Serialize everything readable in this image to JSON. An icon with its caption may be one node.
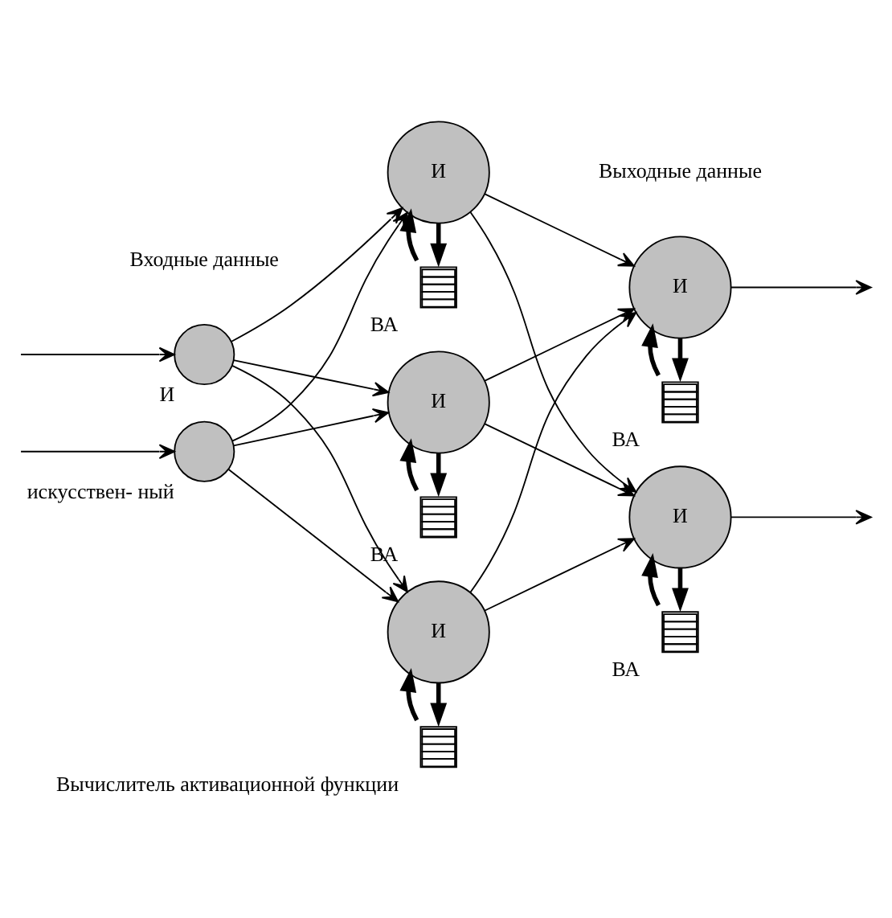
{
  "diagram": {
    "nodes": [
      {
        "text": [],
        "shape": "circle",
        "beside": [
          "И"
        ]
      },
      {
        "text": [],
        "shape": "circle",
        "beside": [
          "искусствен- ный"
        ]
      },
      {
        "text": [
          "И"
        ]
      },
      {
        "text": [],
        "shape": "box",
        "beside": [
          "ВА"
        ]
      },
      {
        "text": [
          "И"
        ]
      },
      {
        "text": [],
        "shape": "box",
        "beside": [
          "ВА"
        ]
      },
      {
        "text": [
          "И"
        ]
      },
      {
        "text": [],
        "shape": "box",
        "beside": [
          "Вычислитель активационной функции"
        ]
      },
      {
        "text": [
          "И"
        ]
      },
      {
        "text": [],
        "shape": "box",
        "beside": [
          "ВА"
        ]
      },
      {
        "text": [
          "И"
        ]
      },
      {
        "text": [],
        "shape": "box",
        "beside": [
          "ВА"
        ]
      }
    ],
    "edges": [
      {
        "from": null,
        "to": 0,
        "arrow": "to"
      },
      {
        "from": null,
        "to": 1,
        "arrow": "to"
      },
      {
        "from": 0,
        "to": 2,
        "arrow": "to"
      },
      {
        "from": 0,
        "to": 4,
        "arrow": "to"
      },
      {
        "from": 0,
        "to": 6,
        "arrow": "to"
      },
      {
        "from": 1,
        "to": 2,
        "arrow": "to"
      },
      {
        "from": 1,
        "to": 4,
        "arrow": "to"
      },
      {
        "from": 1,
        "to": 6,
        "arrow": "to"
      },
      {
        "from": 2,
        "to": 3,
        "arrow": "to",
        "style": "thick"
      },
      {
        "from": 3,
        "to": 2,
        "arrow": "to",
        "style": "thick"
      },
      {
        "from": 4,
        "to": 5,
        "arrow": "to",
        "style": "thick"
      },
      {
        "from": 5,
        "to": 4,
        "arrow": "to",
        "style": "thick"
      },
      {
        "from": 6,
        "to": 7,
        "arrow": "to",
        "style": "thick"
      },
      {
        "from": 7,
        "to": 6,
        "arrow": "to",
        "style": "thick"
      },
      {
        "from": 2,
        "to": 8,
        "arrow": "to"
      },
      {
        "from": 2,
        "to": 10,
        "arrow": "to"
      },
      {
        "from": 4,
        "to": 8,
        "arrow": "to"
      },
      {
        "from": 4,
        "to": 10,
        "arrow": "to"
      },
      {
        "from": 6,
        "to": 8,
        "arrow": "to"
      },
      {
        "from": 6,
        "to": 10,
        "arrow": "to"
      },
      {
        "from": 8,
        "to": 9,
        "arrow": "to",
        "style": "thick"
      },
      {
        "from": 9,
        "to": 8,
        "arrow": "to",
        "style": "thick"
      },
      {
        "from": 10,
        "to": 11,
        "arrow": "to",
        "style": "thick"
      },
      {
        "from": 11,
        "to": 10,
        "arrow": "to",
        "style": "thick"
      },
      {
        "from": 8,
        "to": null,
        "arrow": "to"
      },
      {
        "from": 10,
        "to": null,
        "arrow": "to"
      }
    ],
    "labels": [
      "Входные данные",
      "Выходные данные"
    ]
  }
}
